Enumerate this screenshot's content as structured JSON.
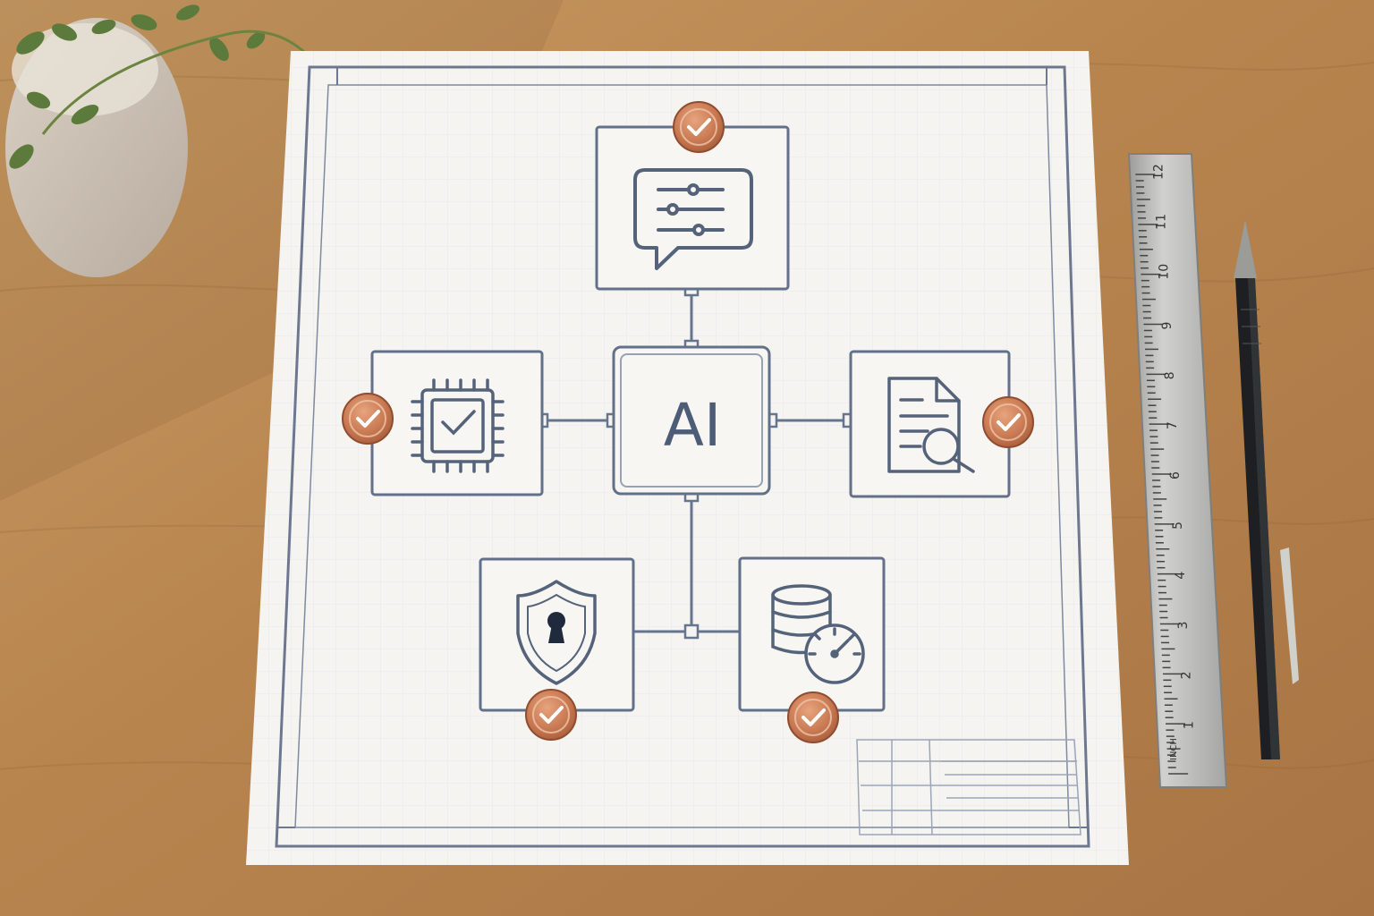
{
  "diagram": {
    "center_label": "AI",
    "nodes": [
      {
        "id": "chat",
        "icon": "chat-sliders-icon",
        "checked": true
      },
      {
        "id": "chip",
        "icon": "chip-check-icon",
        "checked": true
      },
      {
        "id": "document-search",
        "icon": "document-search-icon",
        "checked": true
      },
      {
        "id": "security",
        "icon": "shield-lock-icon",
        "checked": true
      },
      {
        "id": "database",
        "icon": "database-gauge-icon",
        "checked": true
      }
    ]
  },
  "ruler": {
    "unit_label": "INCH",
    "tick_numbers": [
      "1",
      "2",
      "3",
      "4",
      "5",
      "6",
      "7",
      "8",
      "9",
      "10",
      "11",
      "12"
    ]
  },
  "colors": {
    "desk": "#b9874f",
    "paper": "#f4f3ef",
    "ink": "#55637a",
    "badge": "#c97a53",
    "ruler": "#b9b9b7",
    "pencil": "#1d1f22",
    "plant": "#4f6b34"
  }
}
